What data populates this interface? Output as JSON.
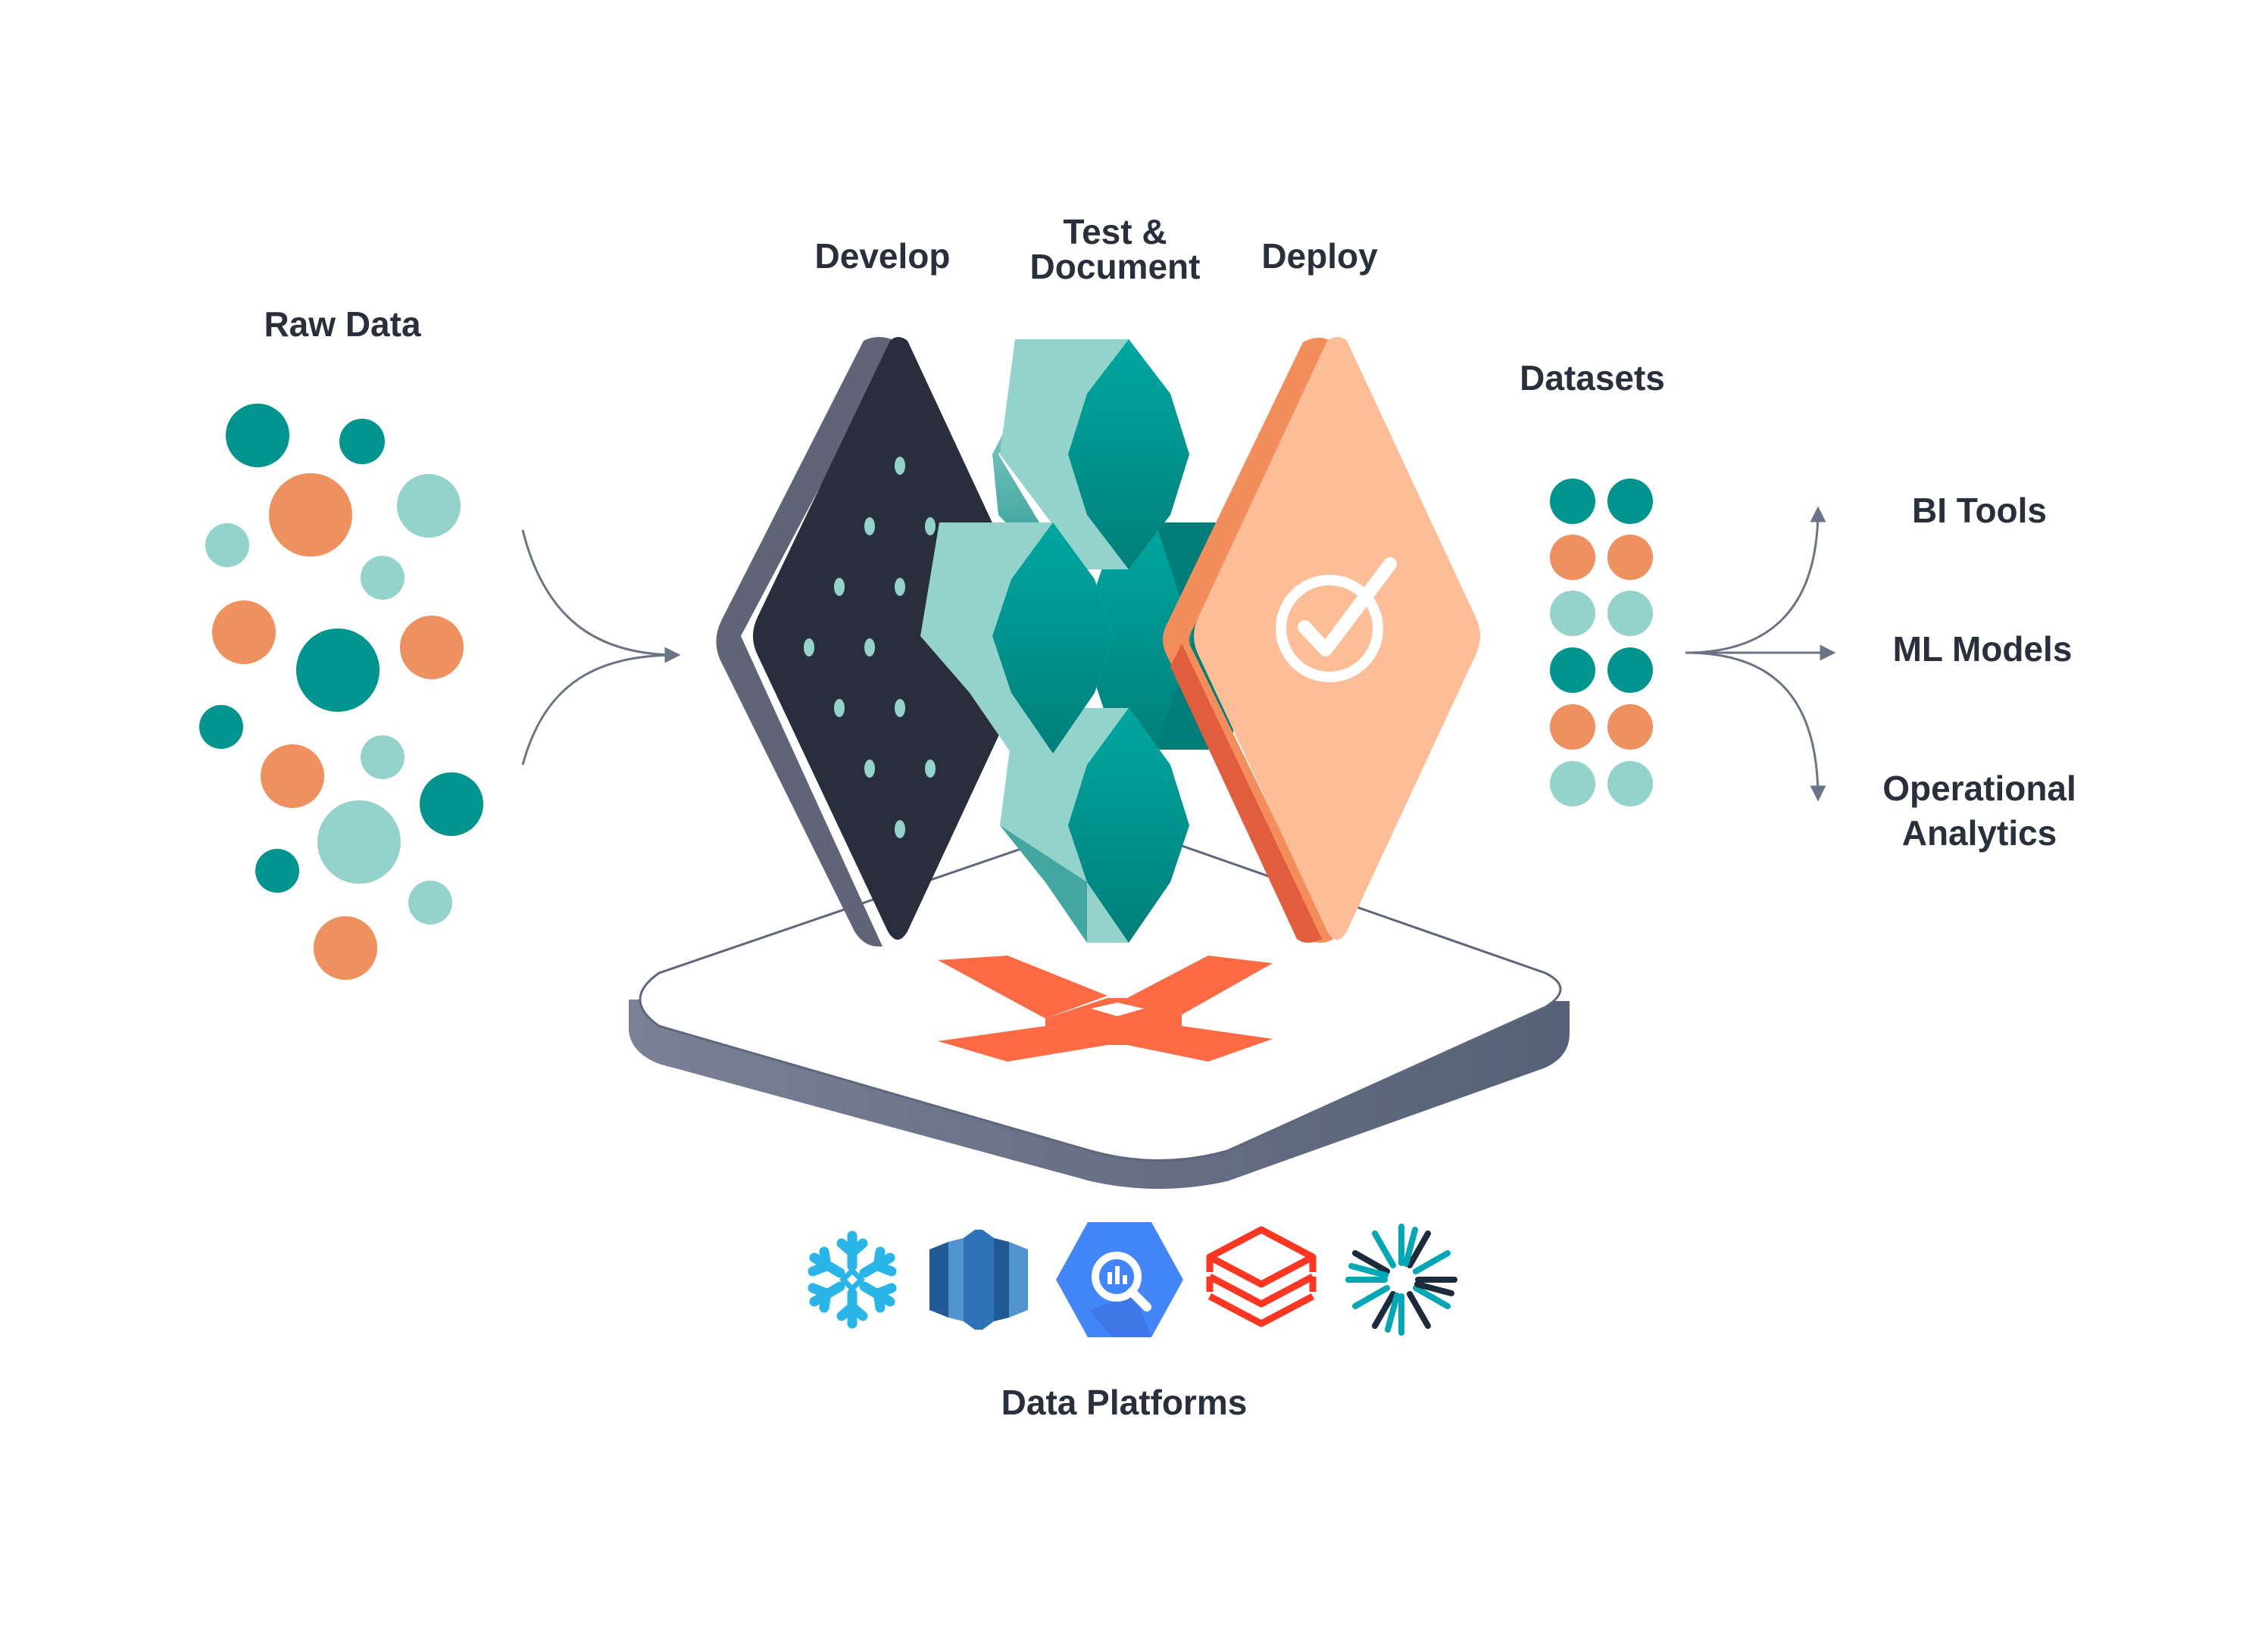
{
  "labels": {
    "raw_data": "Raw Data",
    "develop": "Develop",
    "test_line1": "Test &",
    "test_line2": "Document",
    "deploy": "Deploy",
    "datasets": "Datasets",
    "bi_tools": "BI Tools",
    "ml_models": "ML Models",
    "operational_line1": "Operational",
    "operational_line2": "Analytics",
    "data_platforms": "Data Platforms"
  },
  "colors": {
    "teal_dark": "#00948f",
    "teal_light": "#93d3cc",
    "orange": "#ef915e",
    "navy": "#292e3d",
    "peach": "#fdbe97",
    "dbt_orange": "#fe6a44",
    "arrow": "#6b7386"
  },
  "icons": {
    "platforms": [
      "snowflake-icon",
      "redshift-icon",
      "bigquery-icon",
      "databricks-icon",
      "starburst-icon"
    ],
    "deploy": "checkmark-icon",
    "base": "dbt-logo"
  }
}
